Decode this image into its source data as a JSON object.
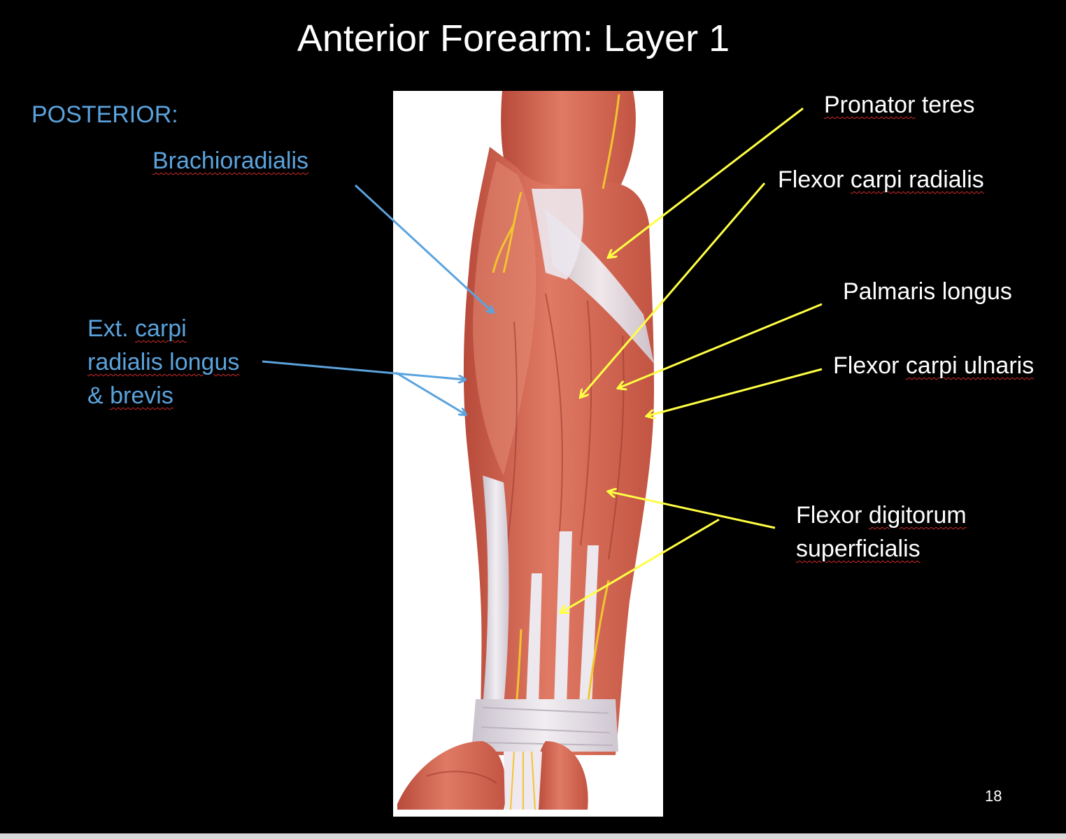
{
  "slide": {
    "title": "Anterior Forearm: Layer 1",
    "page_number": "18"
  },
  "posterior": {
    "heading": "POSTERIOR:",
    "brachioradialis": "Brachioradialis",
    "ecr_line1_a": "Ext. ",
    "ecr_line1_b": "carpi",
    "ecr_line2": "radialis longus",
    "ecr_line3_a": "& ",
    "ecr_line3_b": "brevis"
  },
  "anterior": {
    "pronator_a": "Pronator",
    "pronator_b": " teres",
    "fcr_a": "Flexor ",
    "fcr_b": "carpi radialis",
    "palmaris": "Palmaris longus",
    "fcu_a": "Flexor ",
    "fcu_b": "carpi ulnaris",
    "fds_a": "Flexor ",
    "fds_b": "digitorum",
    "fds_line2": "superficialis"
  },
  "colors": {
    "background": "#000000",
    "posterior_label": "#5ba3dd",
    "anterior_label": "#ffffff",
    "posterior_arrow": "#5ba3dd",
    "anterior_arrow": "#ffff44",
    "muscle": "#d86a55",
    "tendon": "#e8e4e8",
    "nerve": "#f2c430"
  }
}
